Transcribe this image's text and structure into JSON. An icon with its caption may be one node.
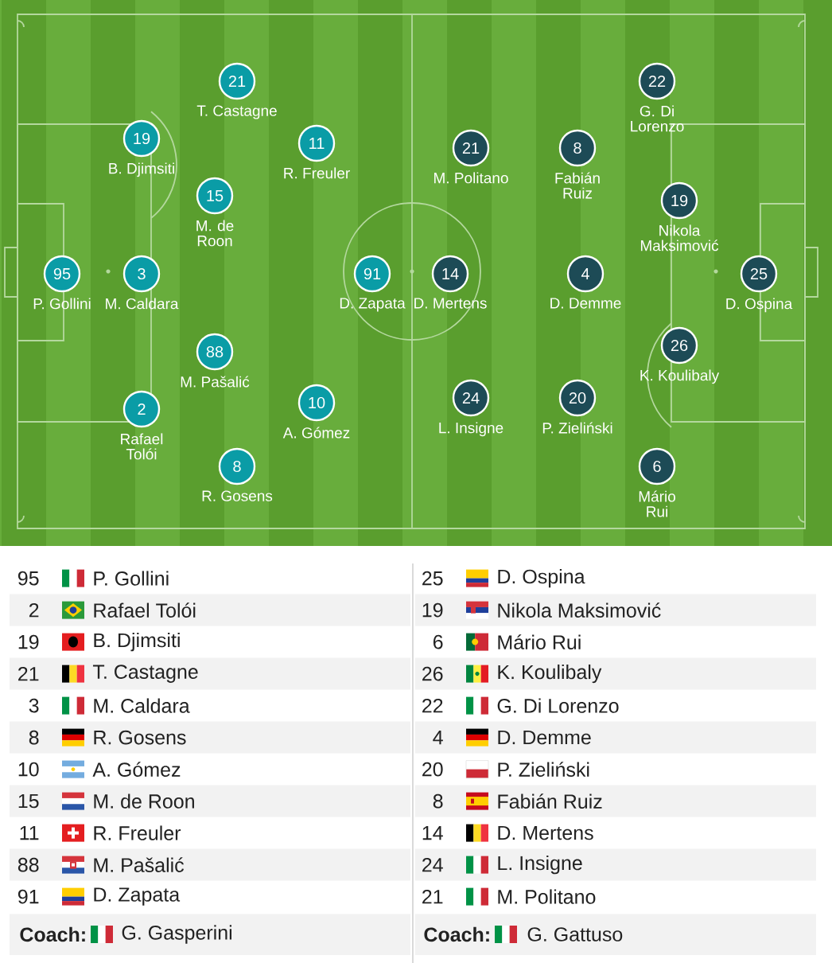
{
  "diagram": {
    "nodes": [
      {
        "text": [
          "95"
        ],
        "beside": [
          "P. Gollini"
        ]
      },
      {
        "text": [
          "19"
        ],
        "beside": [
          "B. Djimsiti"
        ]
      },
      {
        "text": [
          "3"
        ],
        "beside": [
          "M. Caldara"
        ]
      },
      {
        "text": [
          "2"
        ],
        "beside": [
          "Rafael Tolói"
        ]
      },
      {
        "text": [
          "21"
        ],
        "beside": [
          "T. Castagne"
        ]
      },
      {
        "text": [
          "15"
        ],
        "beside": [
          "M. de Roon"
        ]
      },
      {
        "text": [
          "88"
        ],
        "beside": [
          "M. Pašalić"
        ]
      },
      {
        "text": [
          "8"
        ],
        "beside": [
          "R. Gosens"
        ]
      },
      {
        "text": [
          "11"
        ],
        "beside": [
          "R. Freuler"
        ]
      },
      {
        "text": [
          "10"
        ],
        "beside": [
          "A. Gómez"
        ]
      },
      {
        "text": [
          "91"
        ],
        "beside": [
          "D. Zapata"
        ]
      },
      {
        "text": [
          "14"
        ],
        "beside": [
          "D. Mertens"
        ]
      },
      {
        "text": [
          "21"
        ],
        "beside": [
          "M. Politano"
        ]
      },
      {
        "text": [
          "24"
        ],
        "beside": [
          "L. Insigne"
        ]
      },
      {
        "text": [
          "8"
        ],
        "beside": [
          "Fabián Ruiz"
        ]
      },
      {
        "text": [
          "4"
        ],
        "beside": [
          "D. Demme"
        ]
      },
      {
        "text": [
          "20"
        ],
        "beside": [
          "P. Zieliński"
        ]
      },
      {
        "text": [
          "22"
        ],
        "beside": [
          "G. Di Lorenzo"
        ]
      },
      {
        "text": [
          "19"
        ],
        "beside": [
          "Nikola Maksimović"
        ]
      },
      {
        "text": [
          "26"
        ],
        "beside": [
          "K. Koulibaly"
        ]
      },
      {
        "text": [
          "6"
        ],
        "beside": [
          "Mário Rui"
        ]
      },
      {
        "text": [
          "25"
        ],
        "beside": [
          "D. Ospina"
        ]
      }
    ],
    "labels": [
      "95",
      "P. Gollini",
      "25",
      "D. Ospina",
      "2",
      "Rafael Tolói",
      "19",
      "Nikola Maksimović",
      "19",
      "B. Djimsiti",
      "6",
      "Mário Rui",
      "21",
      "T. Castagne",
      "26",
      "K. Koulibaly",
      "3",
      "M. Caldara",
      "22",
      "G. Di Lorenzo",
      "8",
      "R. Gosens",
      "4",
      "D. Demme",
      "10",
      "A. Gómez",
      "20",
      "P. Zieliński",
      "15",
      "M. de Roon",
      "8",
      "Fabián Ruiz",
      "11",
      "R. Freuler",
      "14",
      "D. Mertens",
      "88",
      "M. Pašalić",
      "24",
      "L. Insigne",
      "91",
      "D. Zapata",
      "21",
      "M. Politano",
      "Coach:",
      "G. Gasperini",
      "Coach:",
      "G. Gattuso"
    ]
  }
}
